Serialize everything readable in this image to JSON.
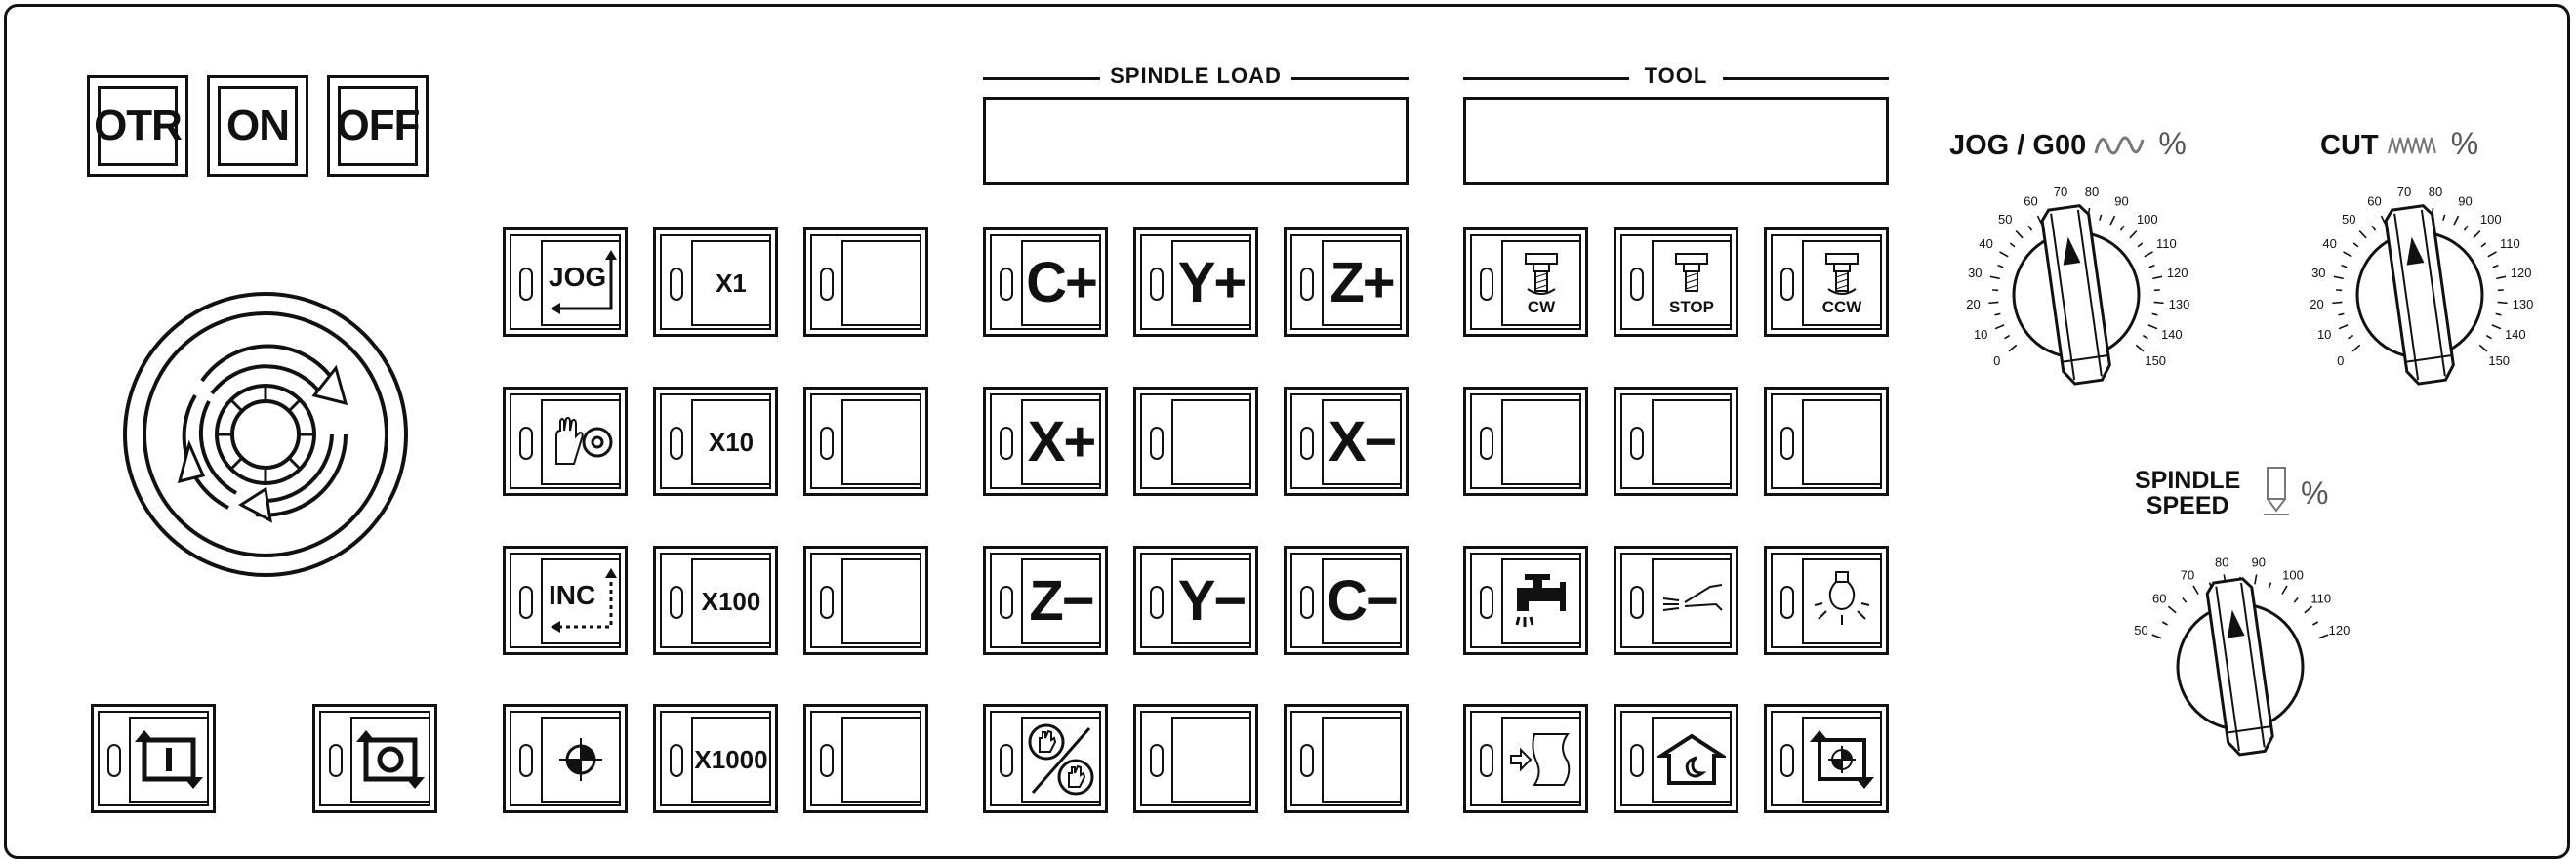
{
  "top_buttons": [
    "OTR",
    "ON",
    "OFF"
  ],
  "sections": {
    "spindle_load": "SPINDLE LOAD",
    "tool": "TOOL"
  },
  "mode_keys": {
    "jog": "JOG",
    "inc": "INC"
  },
  "step_keys": [
    "X1",
    "X10",
    "X100",
    "X1000"
  ],
  "axis_keys": {
    "c_plus": "C+",
    "y_plus": "Y+",
    "z_plus": "Z+",
    "x_plus": "X+",
    "x_minus": "X−",
    "z_minus": "Z−",
    "y_minus": "Y−",
    "c_minus": "C−"
  },
  "spindle_keys": {
    "cw": "CW",
    "stop": "STOP",
    "ccw": "CCW"
  },
  "dials": {
    "jog": {
      "title": "JOG / G00",
      "symbol": "%",
      "ticks": [
        "0",
        "10",
        "20",
        "30",
        "40",
        "50",
        "60",
        "70",
        "80",
        "90",
        "100",
        "110",
        "120",
        "130",
        "140",
        "150"
      ]
    },
    "cut": {
      "title": "CUT",
      "symbol": "%",
      "ticks": [
        "0",
        "10",
        "20",
        "30",
        "40",
        "50",
        "60",
        "70",
        "80",
        "90",
        "100",
        "110",
        "120",
        "130",
        "140",
        "150"
      ]
    },
    "spindle": {
      "title_line1": "SPINDLE",
      "title_line2": "SPEED",
      "symbol": "%",
      "ticks": [
        "50",
        "60",
        "70",
        "80",
        "90",
        "100",
        "110",
        "120"
      ]
    }
  },
  "icons": {
    "emergency_stop": "emergency-stop-icon",
    "cycle_start": "cycle-start-icon",
    "cycle_stop": "cycle-stop-icon",
    "handwheel": "handwheel-icon",
    "reference": "reference-point-icon",
    "hand_toggle": "manual-handle-toggle-icon",
    "coolant": "coolant-icon",
    "air_blow": "air-blow-icon",
    "work_light": "work-light-icon",
    "feed_hold": "feed-hold-icon",
    "home": "home-icon",
    "repeat": "repeat-cycle-icon"
  }
}
